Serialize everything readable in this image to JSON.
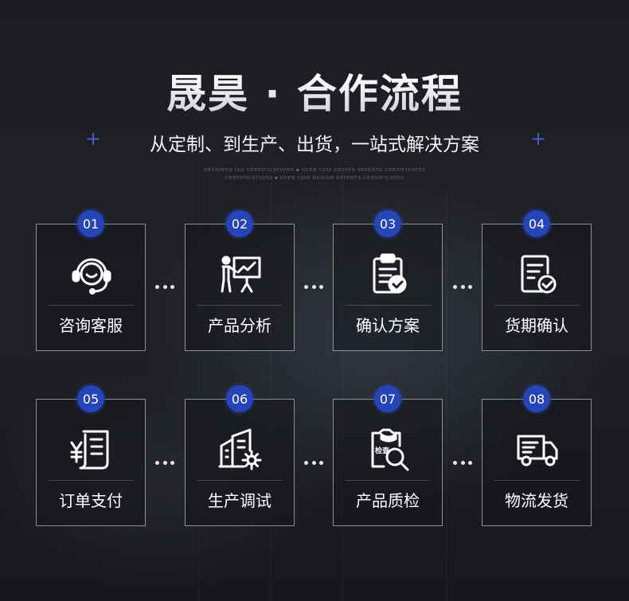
{
  "header": {
    "title": "晟昊 · 合作流程",
    "subtitle": "从定制、到生产、出货，一站式解决方案",
    "plus_left": "+",
    "plus_right": "+",
    "fine_print_1": "OBTAINED ISO CERTIFICATIONS ▪ OVER 1200 DESIGN PATENTS CERTIFICATES",
    "fine_print_2": "CERTIFICATIONS ▪ OVER 1200 DESIGN PATENTS CERTIFICATES"
  },
  "steps": [
    {
      "number": "01",
      "label": "咨询客服",
      "icon": "headset-support-icon"
    },
    {
      "number": "02",
      "label": "产品分析",
      "icon": "presentation-chart-icon"
    },
    {
      "number": "03",
      "label": "确认方案",
      "icon": "clipboard-check-icon"
    },
    {
      "number": "04",
      "label": "货期确认",
      "icon": "document-check-icon"
    },
    {
      "number": "05",
      "label": "订单支付",
      "icon": "yuan-receipt-icon"
    },
    {
      "number": "06",
      "label": "生产调试",
      "icon": "factory-gear-icon"
    },
    {
      "number": "07",
      "label": "产品质检",
      "icon": "inspection-magnifier-icon",
      "icon_text": "检查"
    },
    {
      "number": "08",
      "label": "物流发货",
      "icon": "delivery-truck-icon"
    }
  ],
  "colors": {
    "accent": "#2545b8",
    "border": "#8d9096",
    "background": "#15171c"
  }
}
